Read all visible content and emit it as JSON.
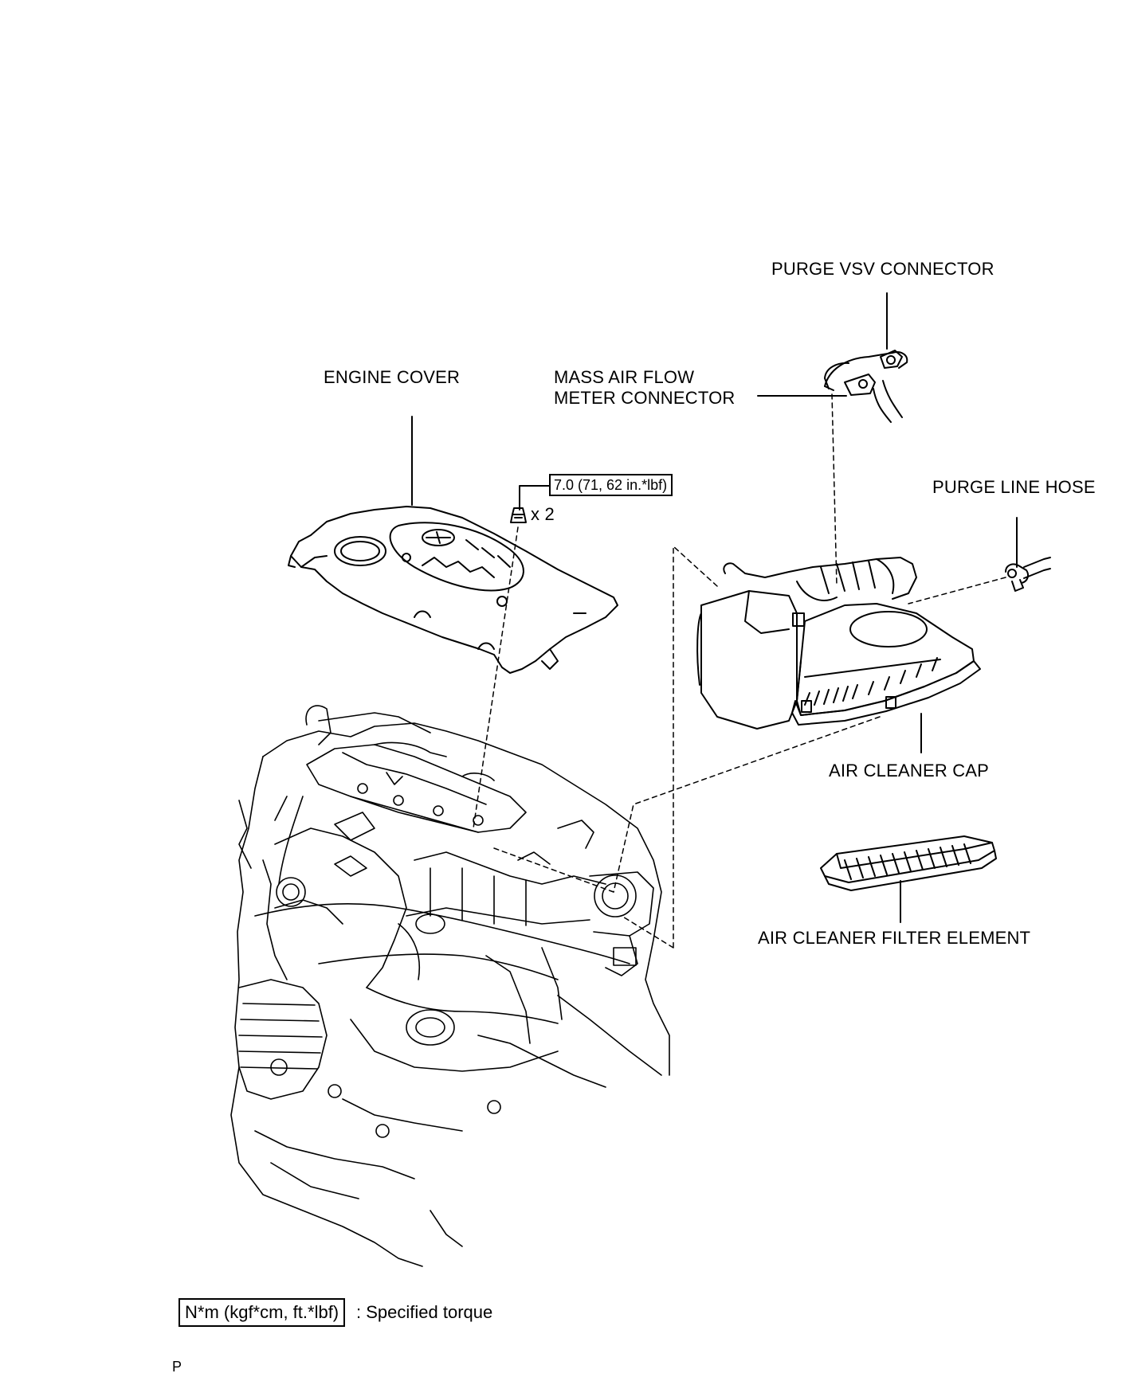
{
  "labels": {
    "purge_vsv_connector": "PURGE VSV CONNECTOR",
    "engine_cover": "ENGINE COVER",
    "mass_air_flow_line1": "MASS AIR FLOW",
    "mass_air_flow_line2": "METER CONNECTOR",
    "purge_line_hose": "PURGE LINE HOSE",
    "air_cleaner_cap": "AIR CLEANER CAP",
    "air_cleaner_filter_element": "AIR CLEANER FILTER ELEMENT"
  },
  "torque_spec": {
    "value": "7.0 (71, 62 in.*lbf)",
    "quantity": "x 2"
  },
  "legend": {
    "unit_box": "N*m (kgf*cm, ft.*lbf)",
    "description": ": Specified torque"
  },
  "page_mark": "P"
}
